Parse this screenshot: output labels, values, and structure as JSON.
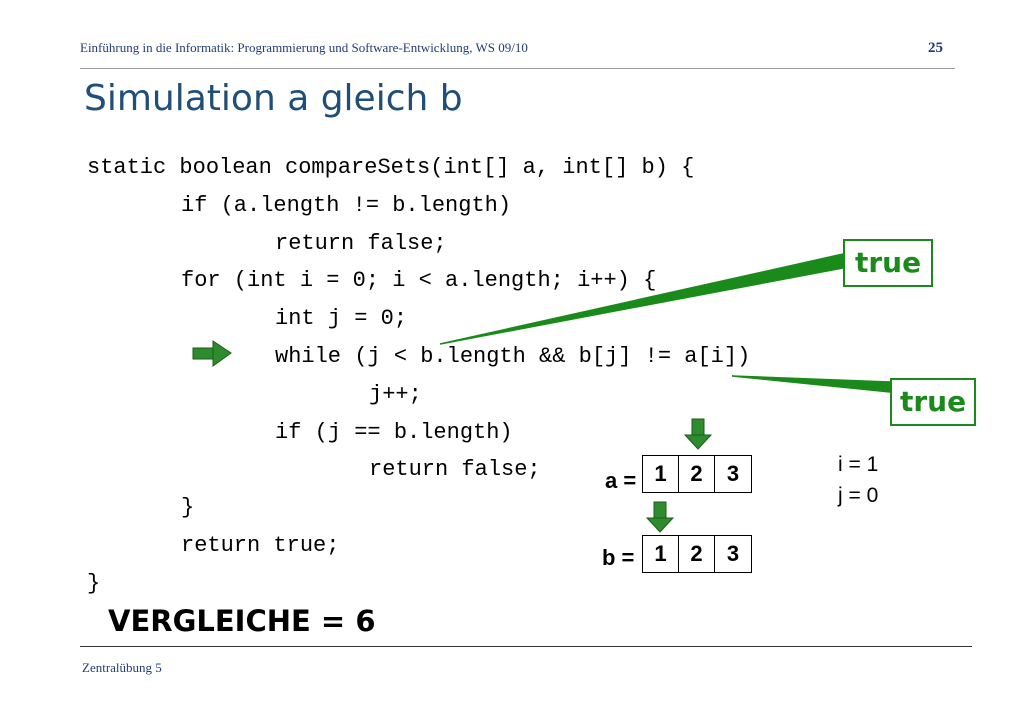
{
  "header": {
    "course": "Einführung in die Informatik: Programmierung und Software-Entwicklung, WS 09/10",
    "page_number": "25"
  },
  "title": "Simulation a gleich b",
  "code": [
    "static boolean compareSets(int[] a, int[] b) {",
    "if (a.length != b.length)",
    "return false;",
    "for (int i = 0; i < a.length; i++) {",
    "int j = 0;",
    "while (j < b.length && b[j] != a[i])",
    "j++;",
    "if (j == b.length)",
    "return false;",
    "}",
    "return true;",
    "}"
  ],
  "callouts": {
    "first": "true",
    "second": "true"
  },
  "arrays": {
    "a": {
      "label": "a =",
      "values": [
        "1",
        "2",
        "3"
      ],
      "pointer_index": 1
    },
    "b": {
      "label": "b =",
      "values": [
        "1",
        "2",
        "3"
      ],
      "pointer_index": 0
    }
  },
  "variables": {
    "i": "i = 1",
    "j": "j = 0"
  },
  "comparisons": "VERGLEICHE = 6",
  "footer": "Zentralübung 5",
  "colors": {
    "arrow_green": "#1a8a1a",
    "title_blue": "#1f4e79"
  },
  "icons": {
    "current_line_marker": "right-arrow-icon",
    "array_pointer": "down-arrow-icon"
  }
}
